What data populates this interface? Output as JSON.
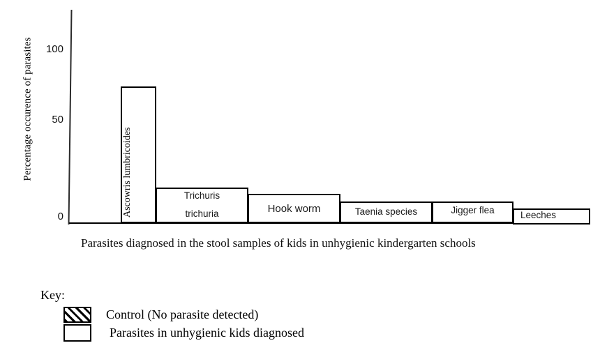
{
  "chart_data": {
    "type": "bar",
    "title": "",
    "xlabel": "Parasites diagnosed in the stool samples of kids in unhygienic kindergarten schools",
    "ylabel": "Percentage occurence of parasites",
    "ylim": [
      0,
      125
    ],
    "yticks": [
      "0",
      "50",
      "100"
    ],
    "grid": false,
    "legend_position": "bottom-left",
    "categories": [
      "Ascowris lumbricoides",
      "Trichuris trichuria",
      "Hook worm",
      "Taenia species",
      "Jigger flea",
      "Leeches"
    ],
    "values": [
      70,
      17,
      14,
      10,
      10,
      7
    ],
    "series": [
      {
        "name": "Parasites in unhygienic kids diagnosed",
        "values": [
          70,
          17,
          14,
          10,
          10,
          7
        ]
      }
    ],
    "legend": [
      "Control (No parasite detected)",
      "Parasites in unhygienic kids diagnosed"
    ]
  },
  "axis": {
    "y_title": "Percentage occurence of parasites",
    "ticks": [
      {
        "label": "100",
        "value": 100
      },
      {
        "label": "50",
        "value": 50
      },
      {
        "label": "0",
        "value": 0
      }
    ]
  },
  "bars": [
    {
      "label": "Ascowris lumbricoides",
      "value": 70,
      "orientation": "vertical-text"
    },
    {
      "label_line1": "Trichuris",
      "label_line2": "trichuria",
      "label": "Trichuris trichuria",
      "value": 17,
      "orientation": "horizontal-text"
    },
    {
      "label": "Hook worm",
      "value": 14,
      "orientation": "horizontal-text"
    },
    {
      "label": "Taenia species",
      "value": 10,
      "orientation": "horizontal-text"
    },
    {
      "label": "Jigger flea",
      "value": 10,
      "orientation": "horizontal-text"
    },
    {
      "label": "Leeches",
      "value": 7,
      "orientation": "horizontal-text"
    }
  ],
  "caption": "Parasites diagnosed in the stool samples of kids in unhygienic kindergarten schools",
  "legend": {
    "title": "Key:",
    "items": [
      {
        "swatch": "hatched",
        "label": "Control (No parasite detected)"
      },
      {
        "swatch": "plain",
        "label": "Parasites in unhygienic kids diagnosed"
      }
    ]
  },
  "colors": {
    "ink": "#000000",
    "bar_fill": "#ffffff",
    "background": "#ffffff"
  }
}
